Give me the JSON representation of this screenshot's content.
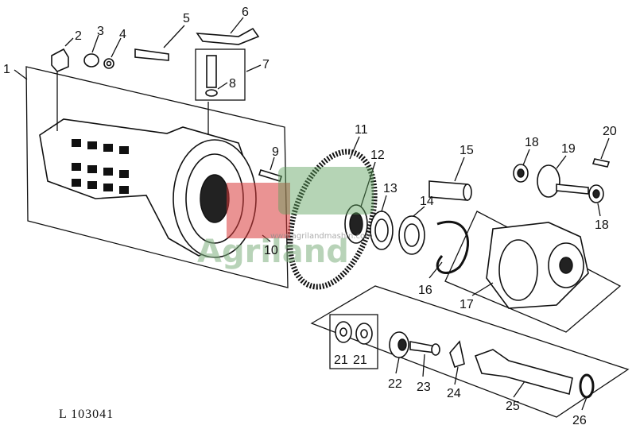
{
  "diagram": {
    "reference_code": "L 103041",
    "callouts": [
      "1",
      "2",
      "3",
      "4",
      "5",
      "6",
      "7",
      "8",
      "9",
      "10",
      "11",
      "12",
      "13",
      "14",
      "15",
      "16",
      "17",
      "18",
      "18",
      "19",
      "20",
      "21",
      "21",
      "22",
      "23",
      "24",
      "25",
      "26"
    ],
    "watermark": {
      "text": "Agriland",
      "url": "www.agrilandmashin.com"
    }
  }
}
